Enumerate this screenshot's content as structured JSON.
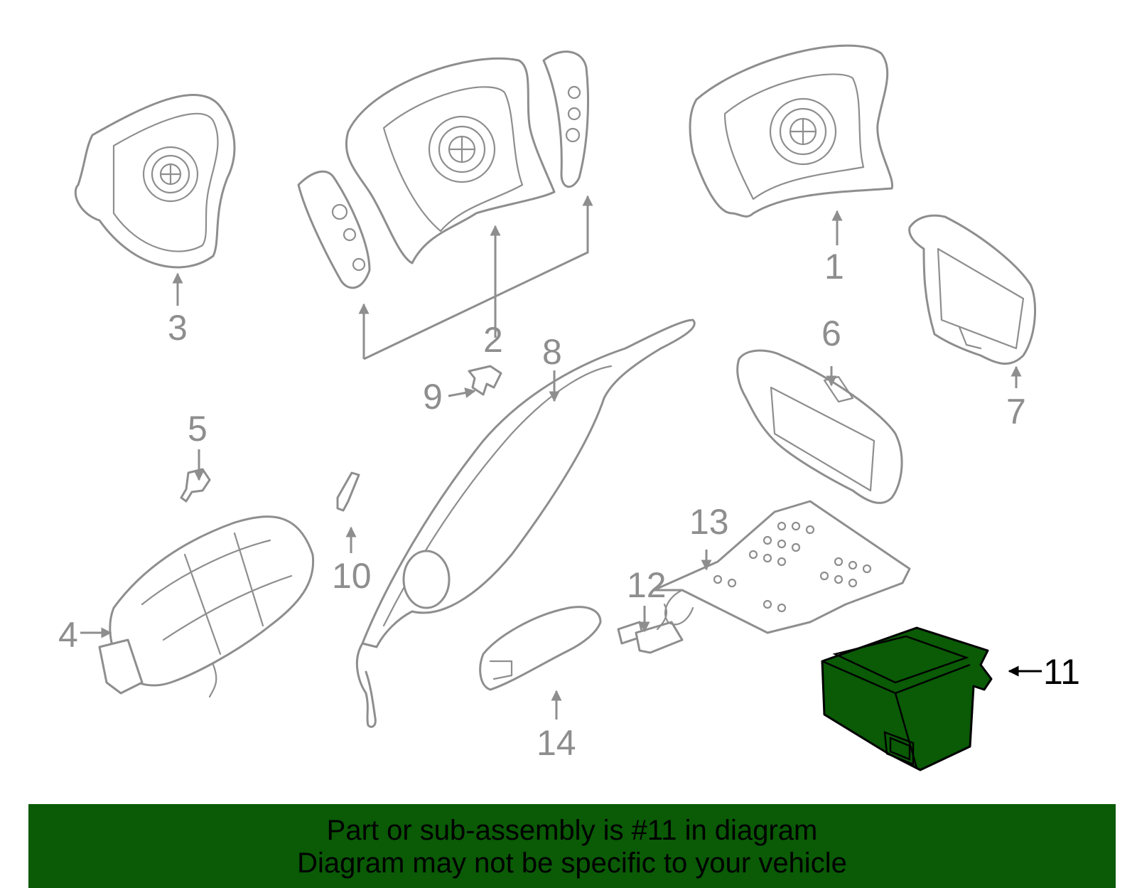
{
  "diagram": {
    "highlight_color": "#0a5a06",
    "outline_color": "#8e8e8e",
    "labels": [
      {
        "id": "1",
        "text": "1"
      },
      {
        "id": "2",
        "text": "2"
      },
      {
        "id": "3",
        "text": "3"
      },
      {
        "id": "4",
        "text": "4"
      },
      {
        "id": "5",
        "text": "5"
      },
      {
        "id": "6",
        "text": "6"
      },
      {
        "id": "7",
        "text": "7"
      },
      {
        "id": "8",
        "text": "8"
      },
      {
        "id": "9",
        "text": "9"
      },
      {
        "id": "10",
        "text": "10"
      },
      {
        "id": "11",
        "text": "11"
      },
      {
        "id": "12",
        "text": "12"
      },
      {
        "id": "13",
        "text": "13"
      },
      {
        "id": "14",
        "text": "14"
      }
    ],
    "highlighted_part": "11"
  },
  "banner": {
    "line1": "Part or sub-assembly is #11 in diagram",
    "line2": "Diagram may not be specific to your vehicle",
    "background": "#0a5a06"
  }
}
